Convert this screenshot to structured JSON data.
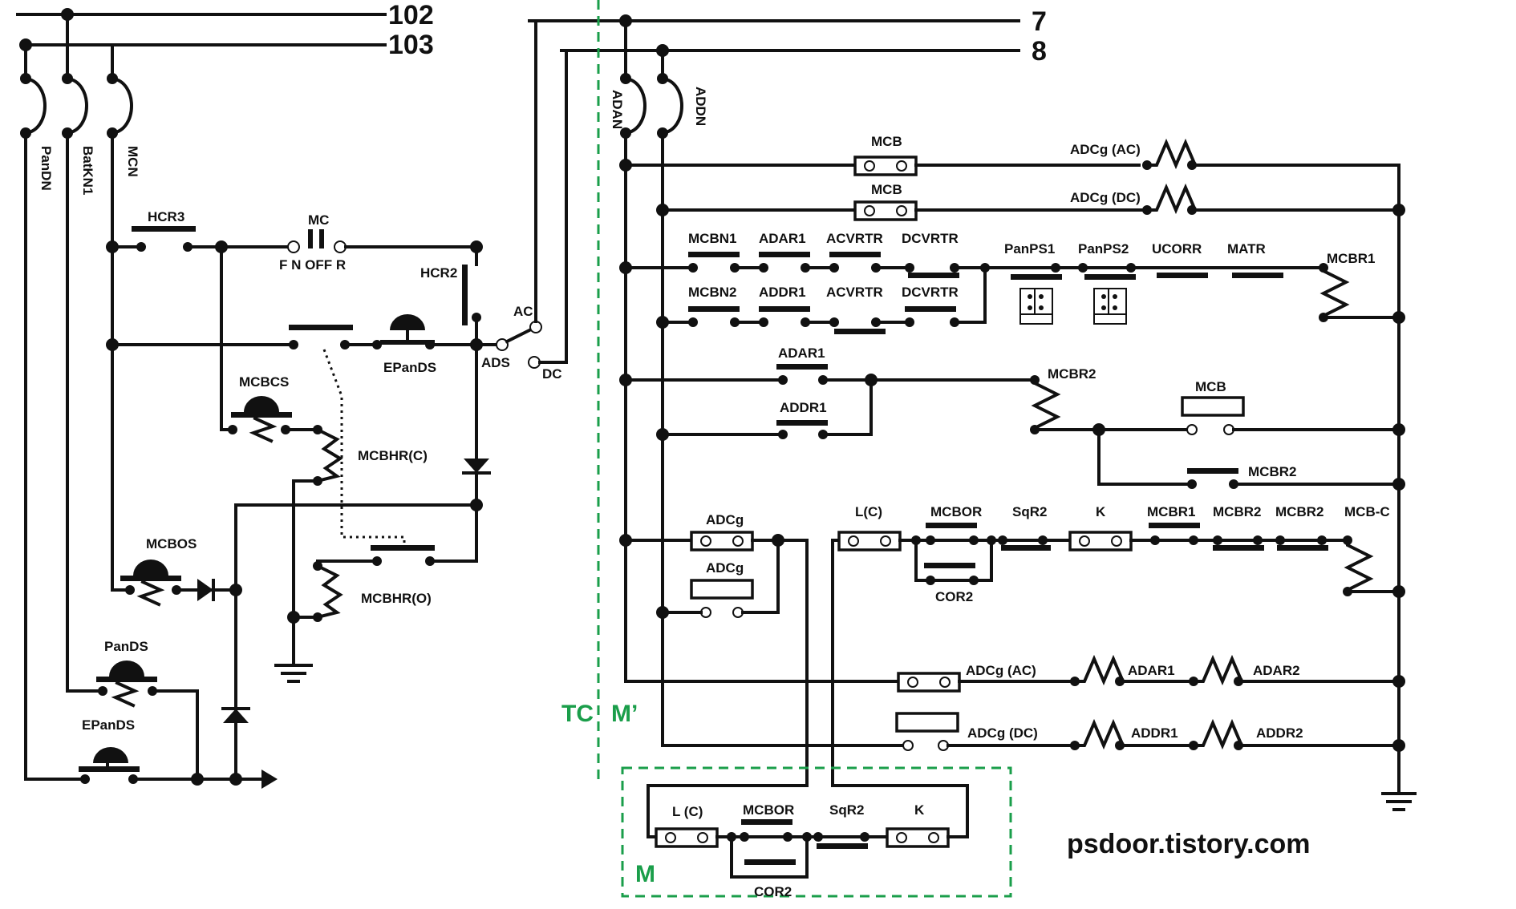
{
  "wires": {
    "w102": "102",
    "w103": "103",
    "w7": "7",
    "w8": "8"
  },
  "breakers": {
    "pandn": "PanDN",
    "batkn1": "BatKN1",
    "mcn": "MCN",
    "adan": "ADAN",
    "addn": "ADDN"
  },
  "left": {
    "hcr3": "HCR3",
    "mc": "MC",
    "mc_positions": "F  N  OFF  R",
    "hcr2": "HCR2",
    "epands_top": "EPanDS",
    "mcbcs": "MCBCS",
    "mcbhr_c": "MCBHR(C)",
    "mcbhr_o": "MCBHR(O)",
    "mcbos": "MCBOS",
    "pands": "PanDS",
    "epands_bottom": "EPanDS",
    "ac": "AC",
    "ads": "ADS",
    "dc": "DC"
  },
  "right": {
    "mcb_1": "MCB",
    "adcg_ac_1": "ADCg (AC)",
    "mcb_2": "MCB",
    "adcg_dc_1": "ADCg (DC)",
    "mcbn1": "MCBN1",
    "adar1_a": "ADAR1",
    "acvrtr_1": "ACVRTR",
    "dcvrtr_1": "DCVRTR",
    "panps1": "PanPS1",
    "panps2": "PanPS2",
    "ucorr": "UCORR",
    "matr": "MATR",
    "mcbr1_coil": "MCBR1",
    "mcbn2": "MCBN2",
    "addr1_a": "ADDR1",
    "acvrtr_2": "ACVRTR",
    "dcvrtr_2": "DCVRTR",
    "adar1_b": "ADAR1",
    "addr1_b": "ADDR1",
    "mcbr2_coil": "MCBR2",
    "mcb_3": "MCB",
    "mcbr2_hold": "MCBR2",
    "adcg_1": "ADCg",
    "adcg_2": "ADCg",
    "lc_1": "L(C)",
    "mcbor_1": "MCBOR",
    "cor2_1": "COR2",
    "sqr2_1": "SqR2",
    "k_1": "K",
    "mcbr1_b": "MCBR1",
    "mcbr2_b": "MCBR2",
    "mcbr2_c": "MCBR2",
    "mcb_c": "MCB-C",
    "adcg_ac_2": "ADCg (AC)",
    "adar1_coil": "ADAR1",
    "adar2_coil": "ADAR2",
    "adcg_dc_2": "ADCg (DC)",
    "addr1_coil": "ADDR1",
    "addr2_coil": "ADDR2"
  },
  "region": {
    "tc": "TC",
    "m_prime": "M’",
    "m": "M"
  },
  "mbox": {
    "lc": "L (C)",
    "mcbor": "MCBOR",
    "sqr2": "SqR2",
    "k": "K",
    "cor2": "COR2"
  },
  "site": "psdoor.tistory.com",
  "colors": {
    "wire": "#111111",
    "region": "#1a9e4a",
    "background": "#ffffff"
  }
}
